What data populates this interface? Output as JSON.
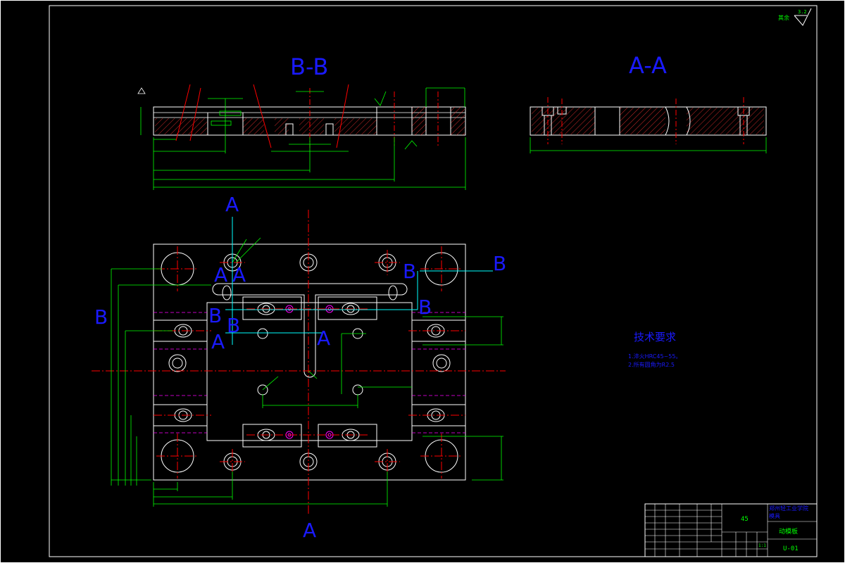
{
  "views": {
    "section_bb_title": "B-B",
    "section_aa_title": "A-A"
  },
  "roughness_note": "其余",
  "roughness_value": "3.2",
  "section_marks": {
    "a_top": "A",
    "a_bottom": "A",
    "b_left": "B",
    "b_right": "B",
    "inner_a1": "A",
    "inner_a2": "A",
    "inner_a3": "A",
    "inner_a4": "A",
    "inner_b1": "B",
    "inner_b2": "B",
    "inner_b3": "B",
    "inner_b4": "B"
  },
  "technical_requirements": {
    "title": "技术要求",
    "items": [
      "1.淬火HRC45~55。",
      "2.所有圆角为R2.5"
    ]
  },
  "title_block": {
    "material": "45",
    "school_line1": "郑州轻工业学院",
    "school_line2": "模具",
    "part_name": "动模板",
    "drawing_no": "U-01",
    "scale": "1:1"
  },
  "colors": {
    "background": "#000000",
    "outline": "#ffffff",
    "dimension": "#00ff00",
    "centerline": "#ff0000",
    "hatch": "#ff3333",
    "title_blue": "#1a1aff",
    "hidden": "#ff00ff",
    "section_line": "#00ffff"
  }
}
